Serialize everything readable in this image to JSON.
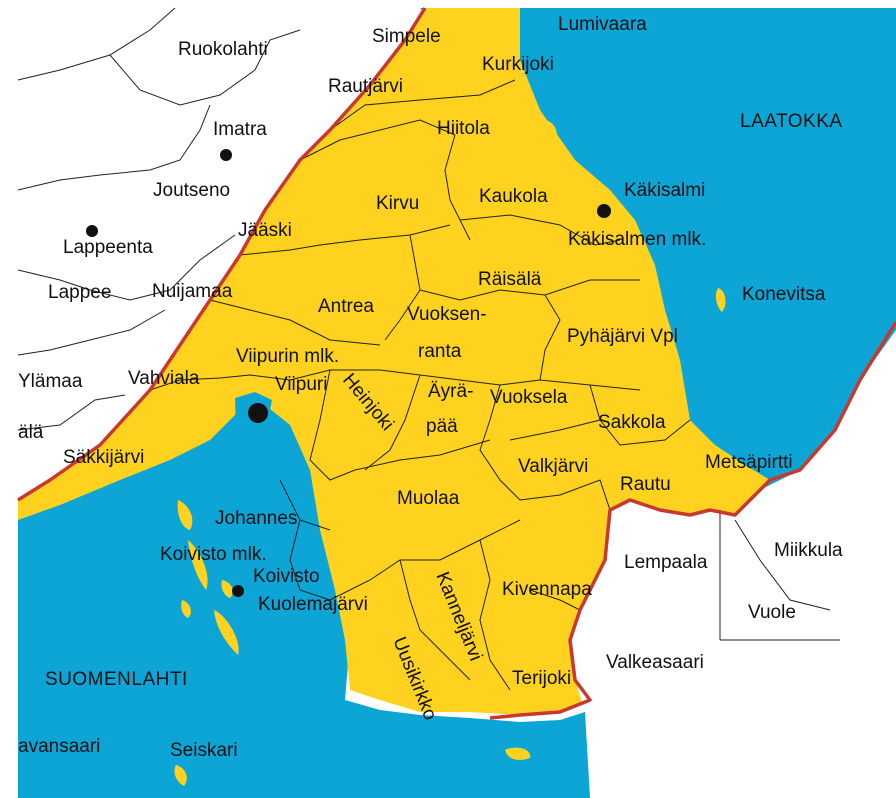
{
  "map": {
    "colors": {
      "sea": "#0da5d6",
      "ceded_area": "#fed21f",
      "land": "#ffffff",
      "border": "#c8382f",
      "municipal_line": "#222222"
    },
    "water_bodies": [
      {
        "key": "laatokka",
        "label": "LAATOKKA"
      },
      {
        "key": "suomenlahti",
        "label": "SUOMENLAHTI"
      }
    ],
    "municipalities": [
      {
        "key": "ruokolahti",
        "label": "Ruokolahti"
      },
      {
        "key": "simpele",
        "label": "Simpele"
      },
      {
        "key": "lumivaara",
        "label": "Lumivaara"
      },
      {
        "key": "kurkijoki",
        "label": "Kurkijoki"
      },
      {
        "key": "rautjarvi",
        "label": "Rautjärvi"
      },
      {
        "key": "hiitola",
        "label": "Hiitola"
      },
      {
        "key": "imatra",
        "label": "Imatra"
      },
      {
        "key": "joutseno",
        "label": "Joutseno"
      },
      {
        "key": "kirvu",
        "label": "Kirvu"
      },
      {
        "key": "kaukola",
        "label": "Kaukola"
      },
      {
        "key": "kakisalmi",
        "label": "Käkisalmi"
      },
      {
        "key": "kakisalmen-mlk",
        "label": "Käkisalmen mlk."
      },
      {
        "key": "lappeenranta",
        "label": "Lappeenta"
      },
      {
        "key": "jaaski",
        "label": "Jääski"
      },
      {
        "key": "raisala",
        "label": "Räisälä"
      },
      {
        "key": "konevitsa",
        "label": "Konevitsa"
      },
      {
        "key": "lappee",
        "label": "Lappee"
      },
      {
        "key": "nuijamaa",
        "label": "Nuijamaa"
      },
      {
        "key": "antrea",
        "label": "Antrea"
      },
      {
        "key": "vuoksenranta-1",
        "label": "Vuoksen-"
      },
      {
        "key": "vuoksenranta-2",
        "label": "ranta"
      },
      {
        "key": "pyhajarvi",
        "label": "Pyhäjärvi Vpl"
      },
      {
        "key": "viipurin-mlk",
        "label": "Viipurin mlk."
      },
      {
        "key": "ylamaa",
        "label": "Ylämaa"
      },
      {
        "key": "vahviala",
        "label": "Vahviala"
      },
      {
        "key": "viipuri",
        "label": "Viipuri"
      },
      {
        "key": "heinjoki",
        "label": "Heinjoki"
      },
      {
        "key": "ayrapaa-1",
        "label": "Äyrä-"
      },
      {
        "key": "ayrapaa-2",
        "label": "pää"
      },
      {
        "key": "vuoksela",
        "label": "Vuoksela"
      },
      {
        "key": "sakkola",
        "label": "Sakkola"
      },
      {
        "key": "vaala",
        "label": "älä"
      },
      {
        "key": "sakkijarvi",
        "label": "Säkkijärvi"
      },
      {
        "key": "valkjarvi",
        "label": "Valkjärvi"
      },
      {
        "key": "metsapirtti",
        "label": "Metsäpirtti"
      },
      {
        "key": "rautu",
        "label": "Rautu"
      },
      {
        "key": "muolaa",
        "label": "Muolaa"
      },
      {
        "key": "johannes",
        "label": "Johannes"
      },
      {
        "key": "lempaala",
        "label": "Lempaala"
      },
      {
        "key": "miikkula",
        "label": "Miikkula"
      },
      {
        "key": "koivisto-mlk",
        "label": "Koivisto mlk."
      },
      {
        "key": "koivisto",
        "label": "Koivisto"
      },
      {
        "key": "kivennapa",
        "label": "Kivennapa"
      },
      {
        "key": "vuole",
        "label": "Vuole"
      },
      {
        "key": "kuolemajarvi",
        "label": "Kuolemajärvi"
      },
      {
        "key": "kanneljarvi",
        "label": "Kanneljärvi"
      },
      {
        "key": "uusikirkko",
        "label": "Uusikirkko"
      },
      {
        "key": "valkeasaari",
        "label": "Valkeasaari"
      },
      {
        "key": "terijoki",
        "label": "Terijoki"
      },
      {
        "key": "lavansaari",
        "label": "avansaari"
      },
      {
        "key": "seiskari",
        "label": "Seiskari"
      }
    ]
  }
}
